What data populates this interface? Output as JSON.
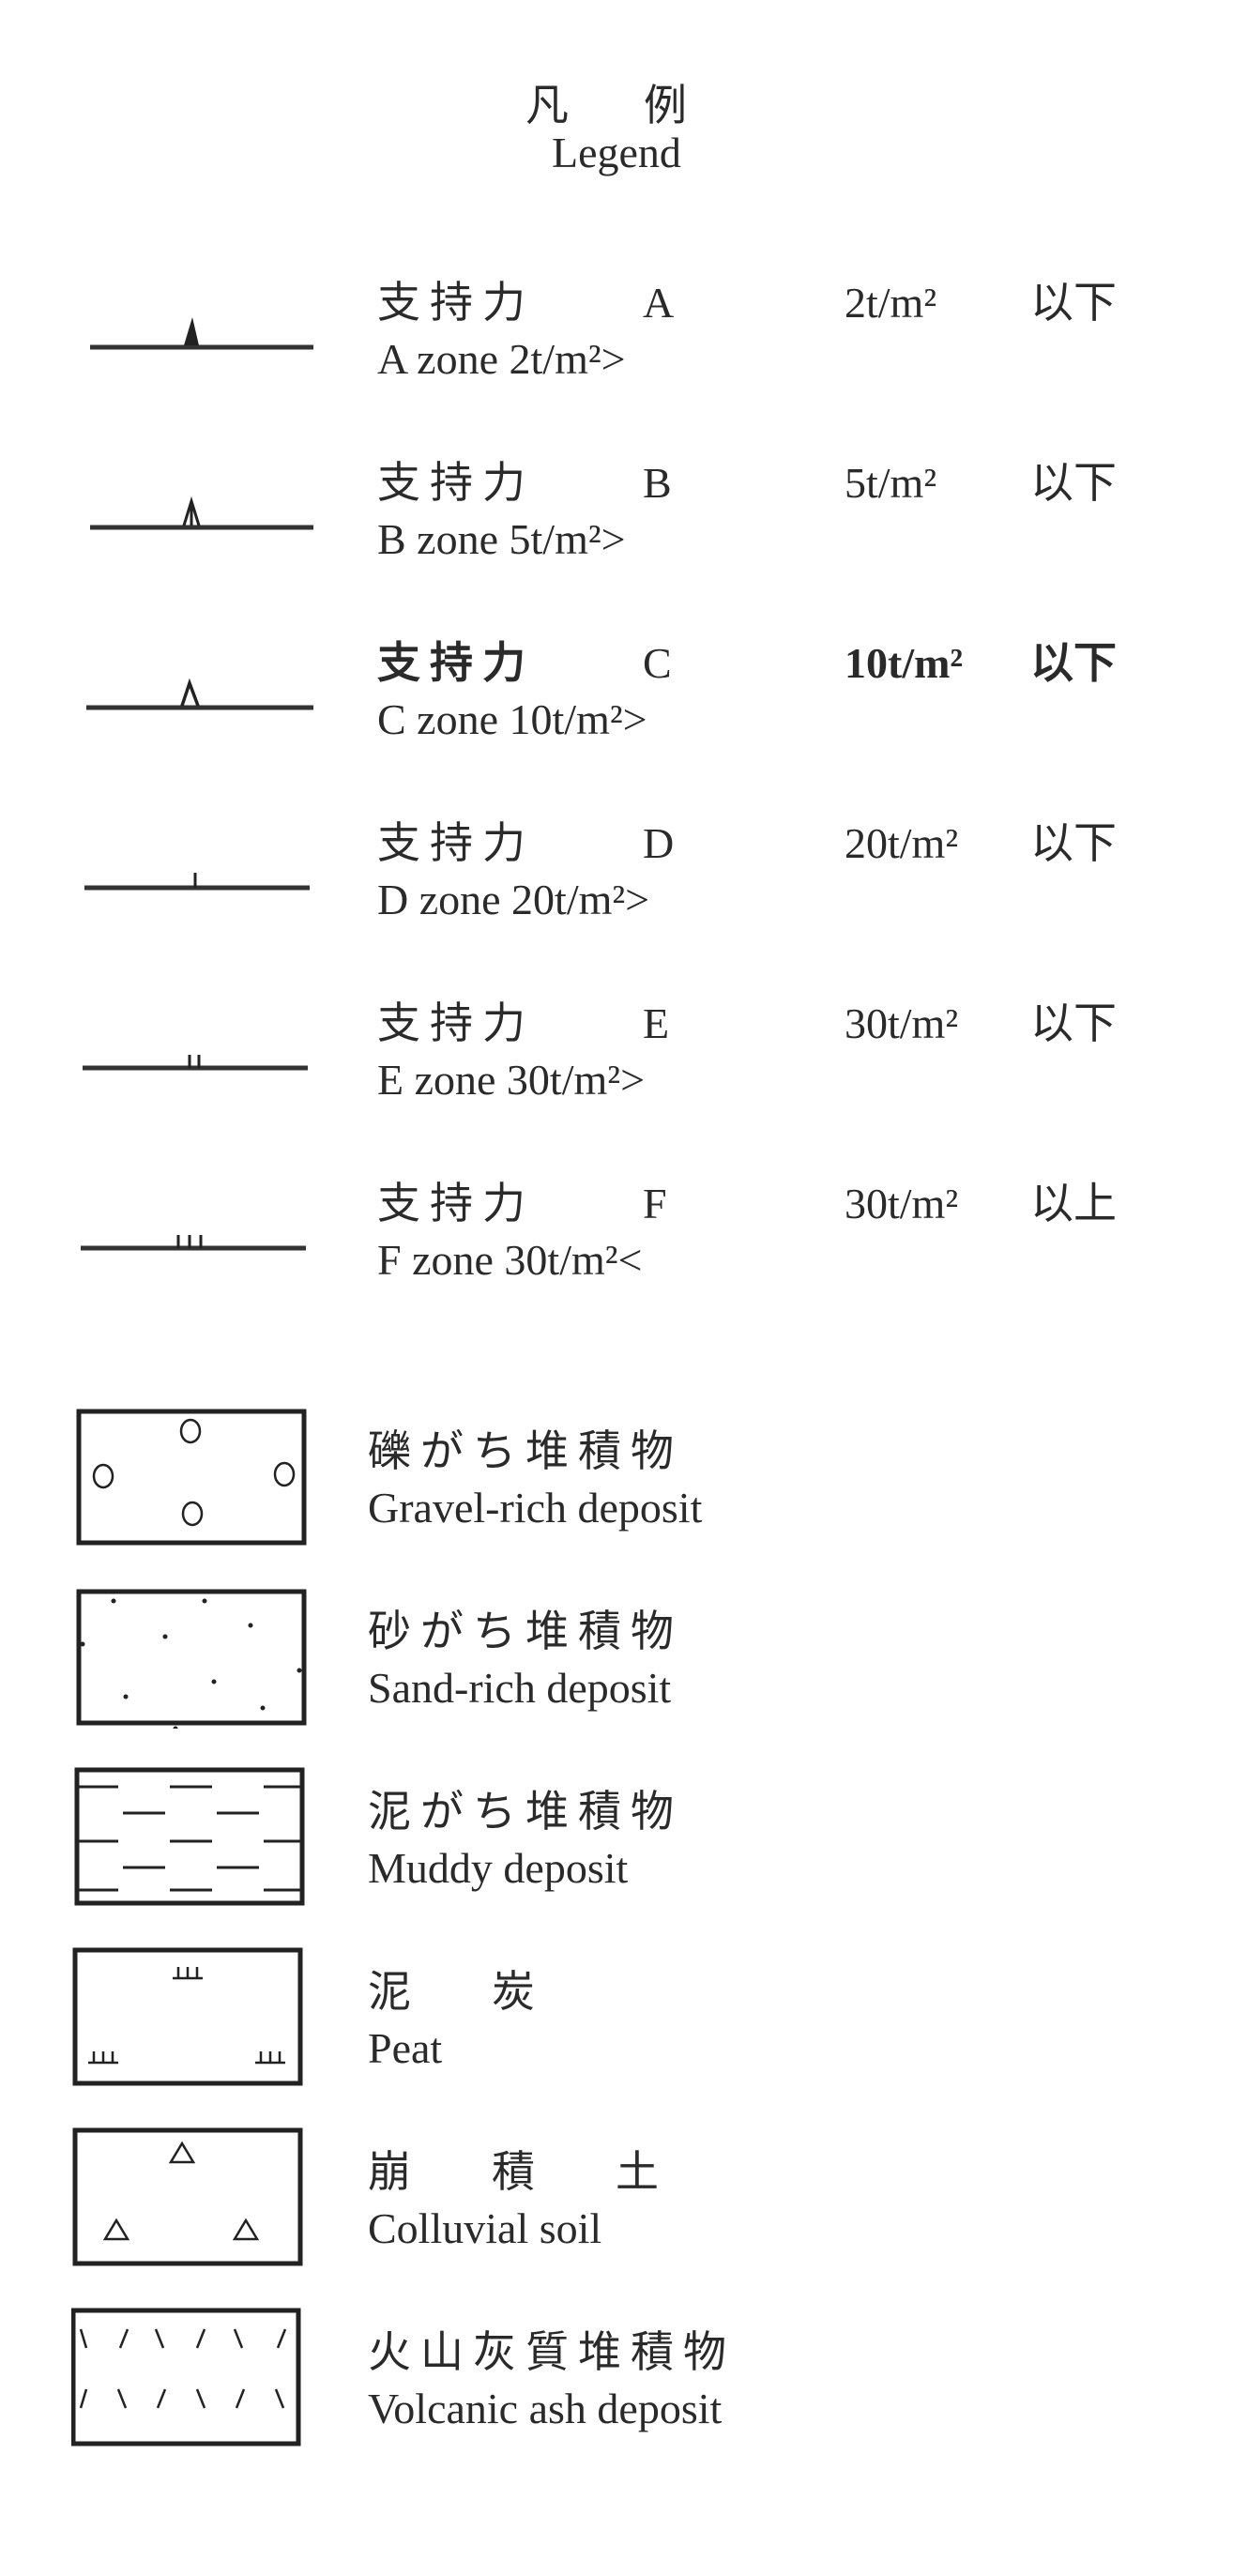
{
  "title": {
    "jp": "凡例",
    "en": "Legend"
  },
  "bearing_zones": [
    {
      "label_jp": "支持力",
      "zone": "A",
      "value": "2t/m²",
      "limit": "以下",
      "en": "A zone 2t/m²>",
      "symbol": "filled-triangle"
    },
    {
      "label_jp": "支持力",
      "zone": "B",
      "value": "5t/m²",
      "limit": "以下",
      "en": "B zone 5t/m²>",
      "symbol": "split-triangle"
    },
    {
      "label_jp": "支持力",
      "zone": "C",
      "value": "10t/m²",
      "limit": "以下",
      "en": "C zone 10t/m²>",
      "symbol": "open-triangle"
    },
    {
      "label_jp": "支持力",
      "zone": "D",
      "value": "20t/m²",
      "limit": "以下",
      "en": "D zone 20t/m²>",
      "symbol": "single-tick"
    },
    {
      "label_jp": "支持力",
      "zone": "E",
      "value": "30t/m²",
      "limit": "以下",
      "en": "E zone 30t/m²>",
      "symbol": "double-tick"
    },
    {
      "label_jp": "支持力",
      "zone": "F",
      "value": "30t/m²",
      "limit": "以上",
      "en": "F zone 30t/m²<",
      "symbol": "triple-tick"
    }
  ],
  "deposits": [
    {
      "jp": "礫がち堆積物",
      "en": "Gravel-rich deposit",
      "pattern": "circles"
    },
    {
      "jp": "砂がち堆積物",
      "en": "Sand-rich deposit",
      "pattern": "dots"
    },
    {
      "jp": "泥がち堆積物",
      "en": "Muddy deposit",
      "pattern": "dashes"
    },
    {
      "jp": "泥　炭",
      "en": "Peat",
      "pattern": "peat-marks"
    },
    {
      "jp": "崩　積　土",
      "en": "Colluvial soil",
      "pattern": "triangles"
    },
    {
      "jp": "火山灰質堆積物",
      "en": "Volcanic ash deposit",
      "pattern": "slashes"
    }
  ]
}
